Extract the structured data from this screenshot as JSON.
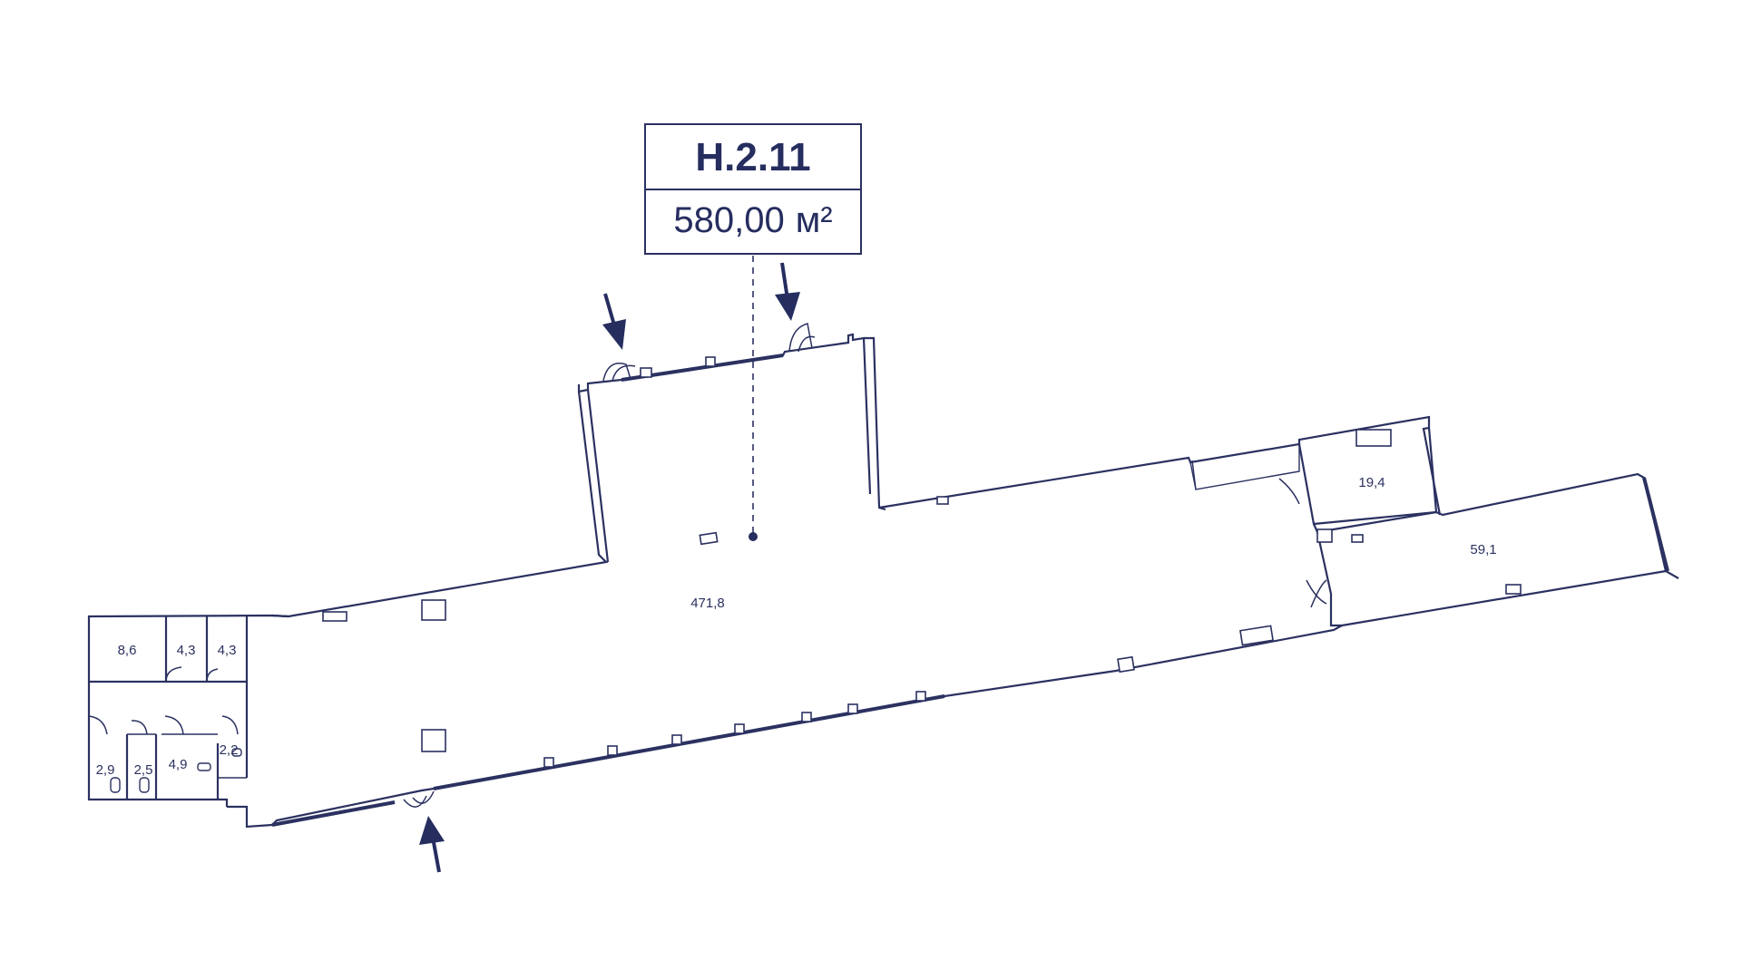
{
  "unit": {
    "code": "Н.2.11",
    "area_value": "580,00",
    "area_unit": "м²"
  },
  "rooms": {
    "main_hall": "471,8",
    "room_right_small": "19,4",
    "room_right_large": "59,1",
    "room_a": "8,6",
    "room_b": "4,3",
    "room_c": "4,3",
    "wc_1": "2,9",
    "wc_2": "2,5",
    "wc_3": "4,9",
    "wc_4": "2,2"
  },
  "entrances": {
    "count": 3,
    "icon": "arrow-icon"
  },
  "colors": {
    "ink": "#262d5f",
    "wall": "#2b3160",
    "background": "#ffffff"
  }
}
